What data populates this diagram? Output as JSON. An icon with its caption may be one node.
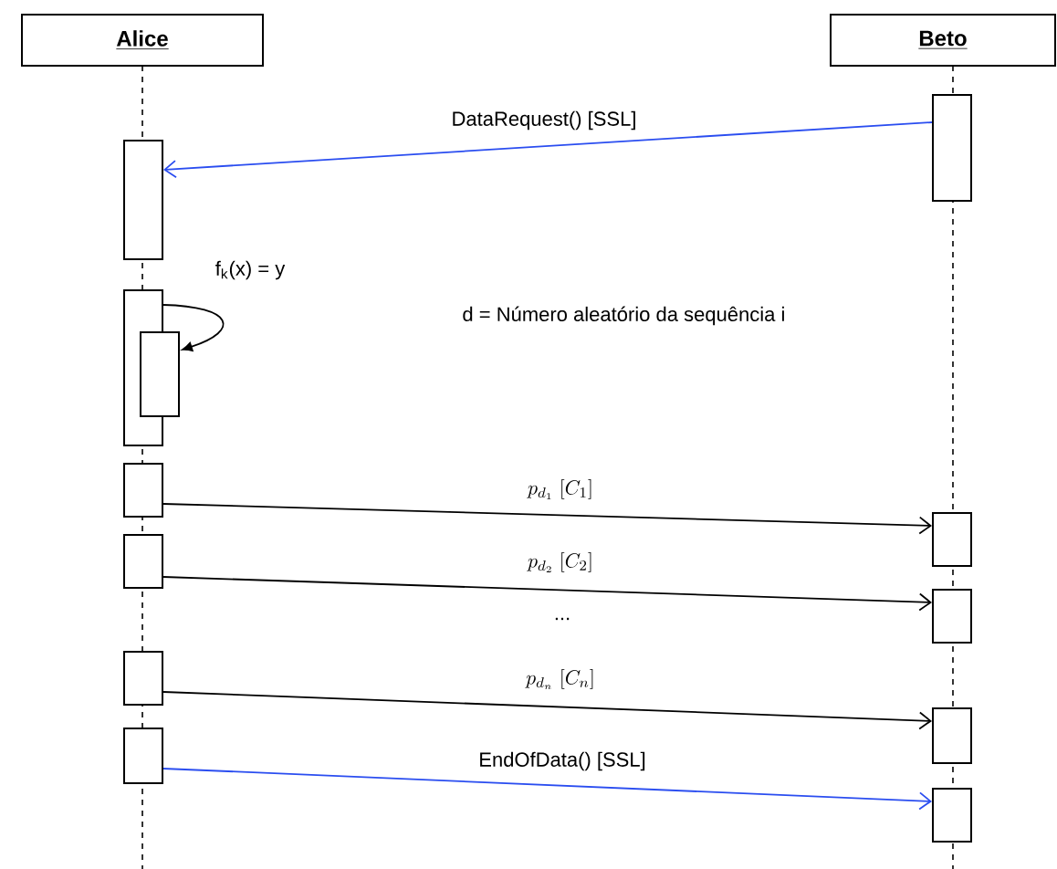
{
  "diagram": {
    "nodes": [
      {
        "text": [
          "Alice"
        ]
      },
      {
        "text": [
          "Beto"
        ]
      },
      {
        "text": [],
        "shape": "box"
      },
      {
        "text": [],
        "shape": "box"
      },
      {
        "text": [],
        "shape": "box"
      },
      {
        "text": [],
        "shape": "box"
      },
      {
        "text": [],
        "shape": "box"
      },
      {
        "text": [],
        "shape": "box"
      },
      {
        "text": [],
        "shape": "box"
      },
      {
        "text": [],
        "shape": "box"
      },
      {
        "text": [],
        "shape": "box"
      },
      {
        "text": [],
        "shape": "box"
      },
      {
        "text": [],
        "shape": "box"
      },
      {
        "text": [],
        "shape": "box"
      }
    ],
    "edges": [
      {
        "from": 2,
        "to": 3,
        "arrow": "to",
        "label": "DataRequest() [SSL]",
        "color": "#2a4df0"
      },
      {
        "from": 4,
        "to": 5,
        "arrow": "to",
        "label": "f$_{k}$(x) = y"
      },
      {
        "from": 6,
        "to": 7,
        "arrow": "to",
        "label": "p_{d_1}\\;[C_1]"
      },
      {
        "from": 8,
        "to": 9,
        "arrow": "to",
        "label": "p_{d_2}\\;[C_2]"
      },
      {
        "from": 10,
        "to": 11,
        "arrow": "to",
        "label": "p_{d_n}\\;[C_n]"
      },
      {
        "from": 12,
        "to": 13,
        "arrow": "to",
        "label": "EndOfData() [SSL]",
        "color": "#2a4df0"
      }
    ],
    "labels": [
      "d =  Número aleatório da sequência i",
      "..."
    ]
  }
}
